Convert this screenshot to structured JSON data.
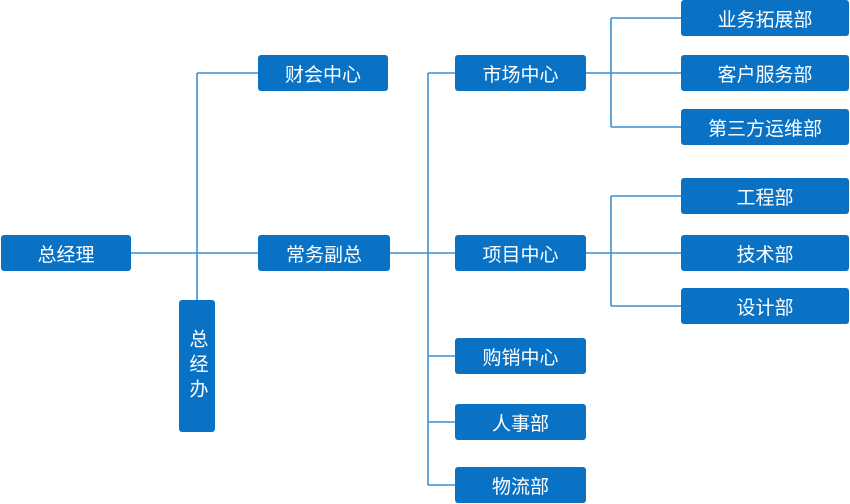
{
  "chart": {
    "root": "总经理",
    "office": "总经办",
    "finance": "财会中心",
    "vice": "常务副总",
    "market": {
      "label": "市场中心",
      "children": [
        "业务拓展部",
        "客户服务部",
        "第三方运维部"
      ]
    },
    "project": {
      "label": "项目中心",
      "children": [
        "工程部",
        "技术部",
        "设计部"
      ]
    },
    "purchase": "购销中心",
    "hr": "人事部",
    "logistics": "物流部"
  },
  "colors": {
    "box": "#0a72c4",
    "line": "#3b8fd4",
    "text": "#ffffff"
  }
}
